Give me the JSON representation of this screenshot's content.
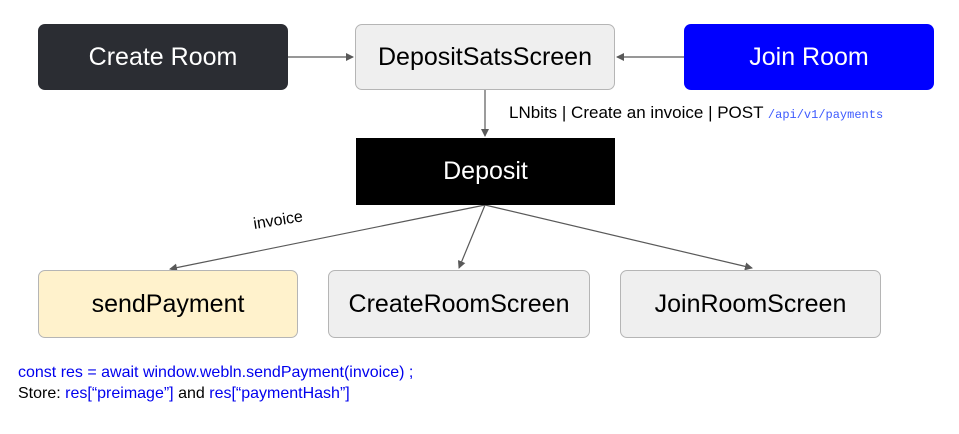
{
  "nodes": {
    "create_room": "Create Room",
    "deposit_sats_screen": "DepositSatsScreen",
    "join_room": "Join Room",
    "deposit": "Deposit",
    "send_payment": "sendPayment",
    "create_room_screen": "CreateRoomScreen",
    "join_room_screen": "JoinRoomScreen"
  },
  "edge_labels": {
    "lnbits": "LNbits | Create an invoice | POST",
    "api_path": "/api/v1/payments",
    "invoice": "invoice"
  },
  "code": {
    "line1": "const res = await window.webln.sendPayment(invoice) ;",
    "store_prefix": "Store:",
    "preimage": "res[“preimage”]",
    "and": "and",
    "payment_hash": "res[“paymentHash”]"
  },
  "colors": {
    "dark_node": "#2b2d33",
    "blue_node": "#0000ff",
    "black_node": "#000000",
    "light_node": "#efefef",
    "highlight_node": "#fff2cc",
    "code_blue": "#0000ee"
  }
}
